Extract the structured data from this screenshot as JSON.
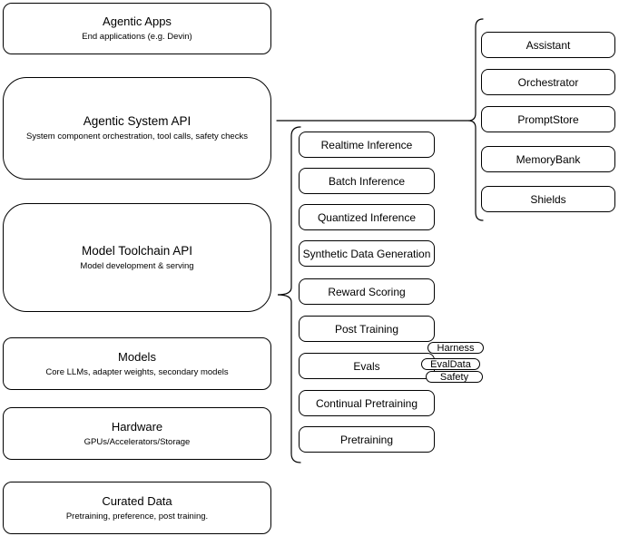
{
  "diagram": {
    "left_column": [
      {
        "title": "Agentic Apps",
        "subtitle": "End applications (e.g. Devin)"
      },
      {
        "title": "Agentic System API",
        "subtitle": "System component orchestration, tool calls, safety checks"
      },
      {
        "title": "Model Toolchain API",
        "subtitle": "Model development & serving"
      },
      {
        "title": "Models",
        "subtitle": "Core LLMs, adapter weights, secondary models"
      },
      {
        "title": "Hardware",
        "subtitle": "GPUs/Accelerators/Storage"
      },
      {
        "title": "Curated Data",
        "subtitle": "Pretraining, preference, post training."
      }
    ],
    "toolchain_items": [
      "Realtime Inference",
      "Batch Inference",
      "Quantized Inference",
      "Synthetic Data Generation",
      "Reward Scoring",
      "Post Training",
      "Evals",
      "Continual Pretraining",
      "Pretraining"
    ],
    "eval_pills": [
      "Harness",
      "EvalData",
      "Safety"
    ],
    "system_components": [
      "Assistant",
      "Orchestrator",
      "PromptStore",
      "MemoryBank",
      "Shields"
    ],
    "colors": {
      "stroke": "#000000",
      "fill": "#ffffff",
      "text": "#000000",
      "background": "#ffffff"
    }
  }
}
